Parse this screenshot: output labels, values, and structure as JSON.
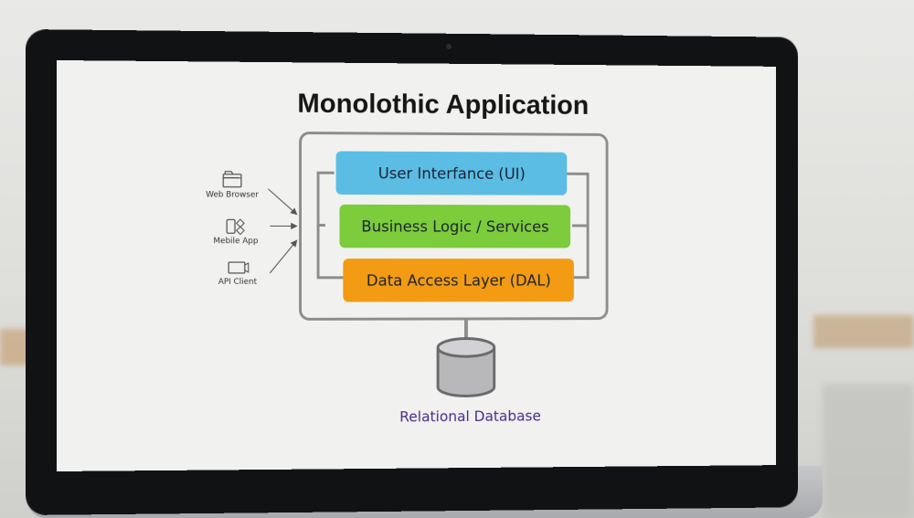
{
  "diagram": {
    "title": "Monolothic Application",
    "layers": [
      {
        "label": "User Interfance (UI)",
        "color": "#5bbde4"
      },
      {
        "label": "Business Logic / Services",
        "color": "#7ccc3b"
      },
      {
        "label": "Data Access Layer (DAL)",
        "color": "#f29b13"
      }
    ],
    "clients": [
      {
        "label": "Web Browser",
        "icon": "folder-browser-icon"
      },
      {
        "label": "Mebile App",
        "icon": "mobile-phone-icon"
      },
      {
        "label": "API Client",
        "icon": "terminal-icon"
      }
    ],
    "database": {
      "label": "Relational Database",
      "icon": "database-cylinder-icon"
    }
  },
  "colors": {
    "frame": "#8d8d8d",
    "database_fill": "#b8b8ba",
    "database_text": "#4b2a8a"
  }
}
